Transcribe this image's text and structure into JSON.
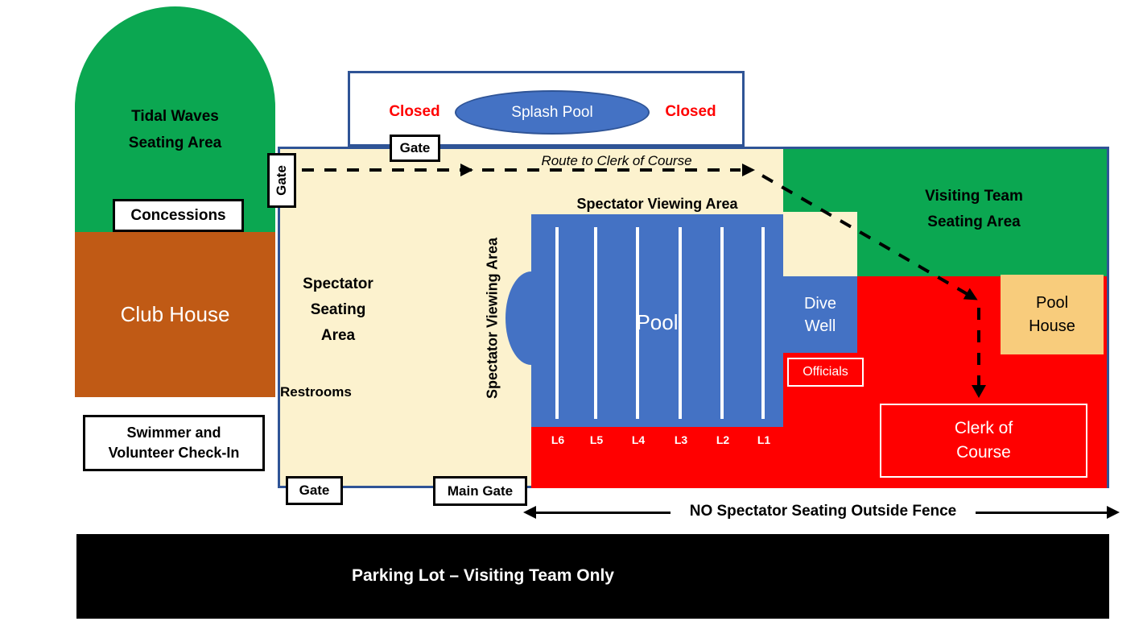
{
  "colors": {
    "seating_green": "#0ba751",
    "spectator_beige": "#fcf2ce",
    "pool_blue": "#4472c4",
    "fence_border_blue": "#2f5496",
    "restricted_red": "#ff0000",
    "club_house_brown": "#c05a15",
    "pool_house_tan": "#f8cc7c",
    "parking_black": "#000000",
    "closed_text_red": "#ff0000"
  },
  "areas": {
    "tidal_waves": {
      "line1": "Tidal Waves",
      "line2": "Seating Area"
    },
    "concessions": {
      "label": "Concessions"
    },
    "club_house": {
      "label": "Club House"
    },
    "swimmer_checkin": {
      "line1": "Swimmer and",
      "line2": "Volunteer Check-In"
    },
    "spectator_seating": {
      "line1": "Spectator",
      "line2": "Seating",
      "line3": "Area"
    },
    "restrooms": {
      "label": "Restrooms"
    },
    "splash_pool": {
      "label": "Splash Pool",
      "closed_left": "Closed",
      "closed_right": "Closed"
    },
    "spectator_viewing_top": {
      "label": "Spectator Viewing Area"
    },
    "spectator_viewing_side": {
      "label": "Spectator Viewing Area"
    },
    "pool": {
      "label": "Pool",
      "lanes": [
        "L6",
        "L5",
        "L4",
        "L3",
        "L2",
        "L1"
      ]
    },
    "dive_well": {
      "line1": "Dive",
      "line2": "Well"
    },
    "visiting_team": {
      "line1": "Visiting Team",
      "line2": "Seating Area"
    },
    "pool_house": {
      "line1": "Pool",
      "line2": "House"
    },
    "officials": {
      "label": "Officials"
    },
    "clerk_of_course": {
      "line1": "Clerk of",
      "line2": "Course"
    },
    "parking_lot": {
      "label": "Parking Lot – Visiting Team Only"
    }
  },
  "gates": {
    "left": "Gate",
    "top": "Gate",
    "bottom": "Gate",
    "main": "Main Gate"
  },
  "route": {
    "label": "Route to Clerk of Course"
  },
  "notices": {
    "no_seating": "NO Spectator Seating Outside Fence"
  }
}
